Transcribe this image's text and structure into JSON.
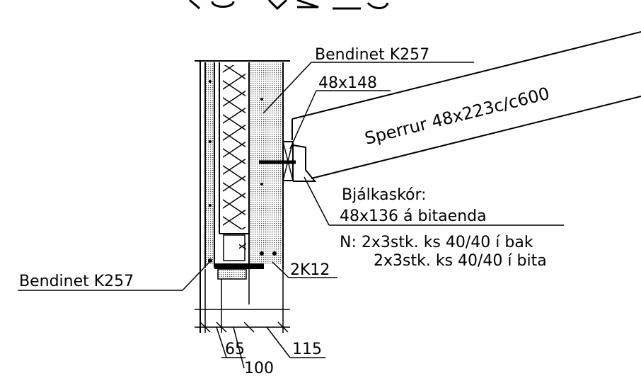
{
  "labels": {
    "bendinet_top": "Bendinet K257",
    "bendinet_left": "Bendinet K257",
    "plate": "48x148",
    "rafter": "Sperrur 48x223c/c600",
    "hanger_title": "Bjálkaskór:",
    "hanger_size": "48x136 á bitaenda",
    "nails_line1": "N: 2x3stk. ks 40/40 í bak",
    "nails_line2": "2x3stk. ks 40/40 í bita",
    "rebar": "2K12"
  },
  "dimensions": {
    "d1": "65",
    "d2": "100",
    "d3": "115"
  },
  "colors": {
    "line": "#000000",
    "concrete": "#d9d9d9"
  }
}
